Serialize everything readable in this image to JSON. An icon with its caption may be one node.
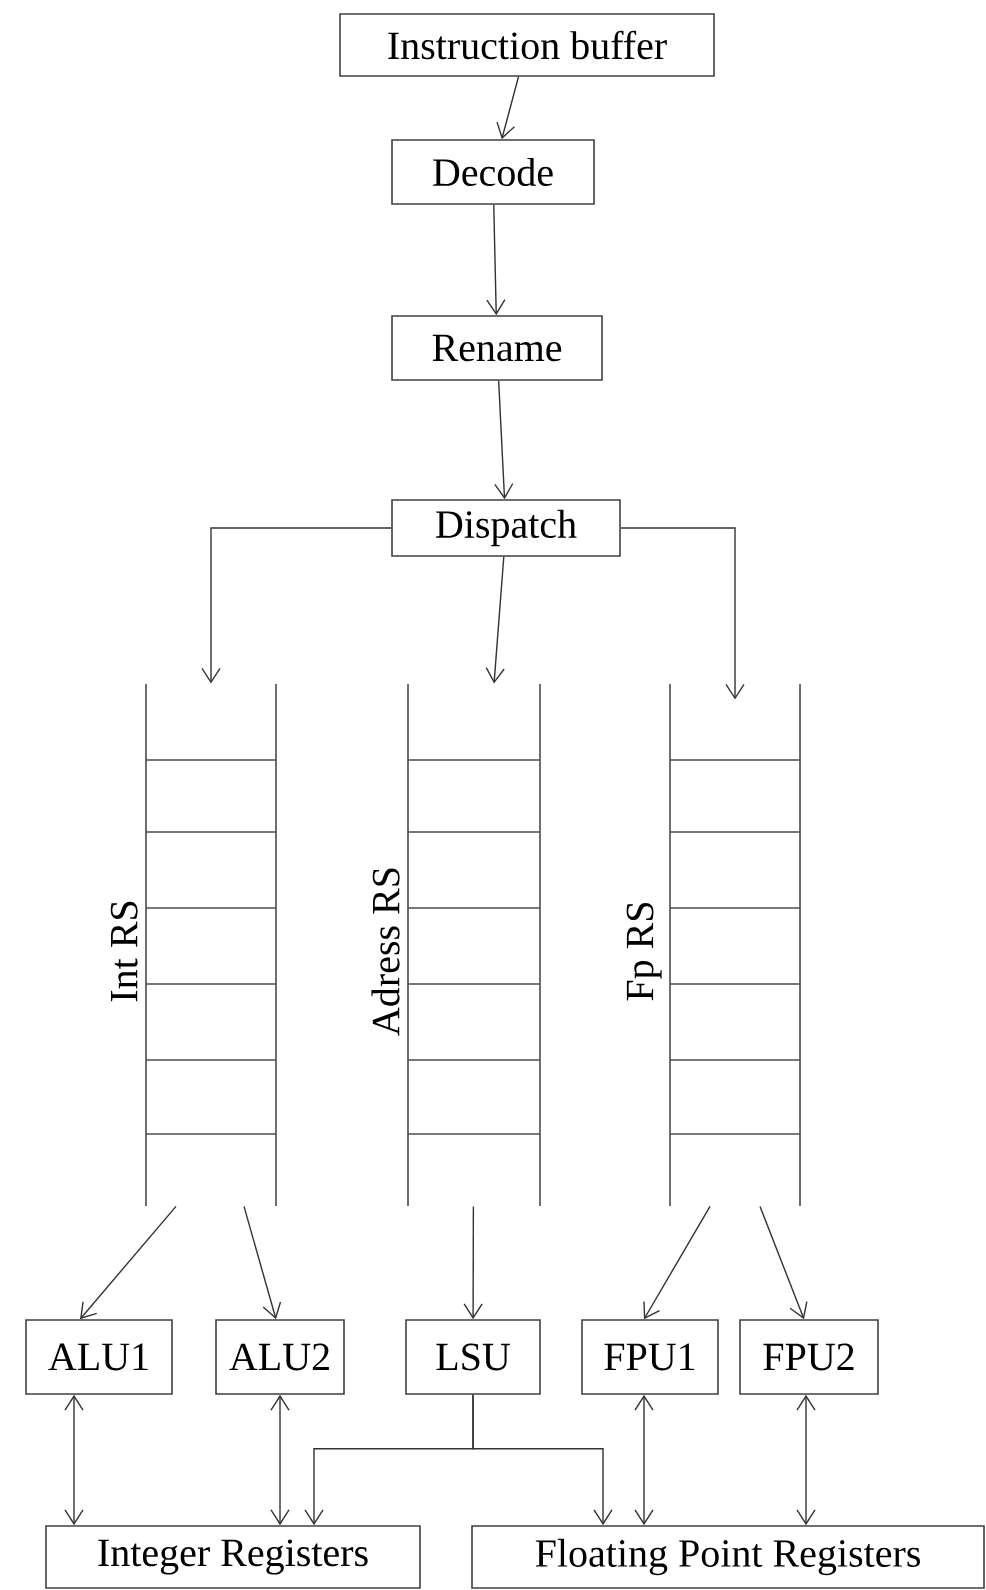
{
  "diagram": {
    "nodes": [
      {
        "text": [
          "Instruction buffer"
        ]
      },
      {
        "text": [
          "Decode"
        ]
      },
      {
        "text": [
          "Rename"
        ]
      },
      {
        "text": [
          "Dispatch"
        ]
      },
      {
        "text": [
          "Int RS"
        ]
      },
      {
        "text": [
          "Adress  RS"
        ]
      },
      {
        "text": [
          "Fp RS"
        ]
      },
      {
        "text": [
          "ALU1"
        ]
      },
      {
        "text": [
          "ALU2"
        ]
      },
      {
        "text": [
          "LSU"
        ]
      },
      {
        "text": [
          "FPU1"
        ]
      },
      {
        "text": [
          "FPU2"
        ]
      },
      {
        "text": [
          "Integer Registers"
        ]
      },
      {
        "text": [
          "Floating Point Registers"
        ]
      }
    ],
    "edges": [
      {
        "from": 0,
        "to": 1,
        "arrow": "to"
      },
      {
        "from": 1,
        "to": 2,
        "arrow": "to"
      },
      {
        "from": 2,
        "to": 3,
        "arrow": "to"
      },
      {
        "from": 3,
        "to": 4,
        "arrow": "to"
      },
      {
        "from": 3,
        "to": 5,
        "arrow": "to"
      },
      {
        "from": 3,
        "to": 6,
        "arrow": "to"
      },
      {
        "from": 4,
        "to": 7,
        "arrow": "to"
      },
      {
        "from": 4,
        "to": 8,
        "arrow": "to"
      },
      {
        "from": 5,
        "to": 9,
        "arrow": "to"
      },
      {
        "from": 6,
        "to": 10,
        "arrow": "to"
      },
      {
        "from": 6,
        "to": 11,
        "arrow": "to"
      },
      {
        "from": 7,
        "to": 12,
        "arrow": "both"
      },
      {
        "from": 8,
        "to": 12,
        "arrow": "both"
      },
      {
        "from": 9,
        "to": 12,
        "arrow": "to"
      },
      {
        "from": 9,
        "to": 13,
        "arrow": "to"
      },
      {
        "from": 10,
        "to": 13,
        "arrow": "both"
      },
      {
        "from": 11,
        "to": 13,
        "arrow": "both"
      }
    ]
  }
}
